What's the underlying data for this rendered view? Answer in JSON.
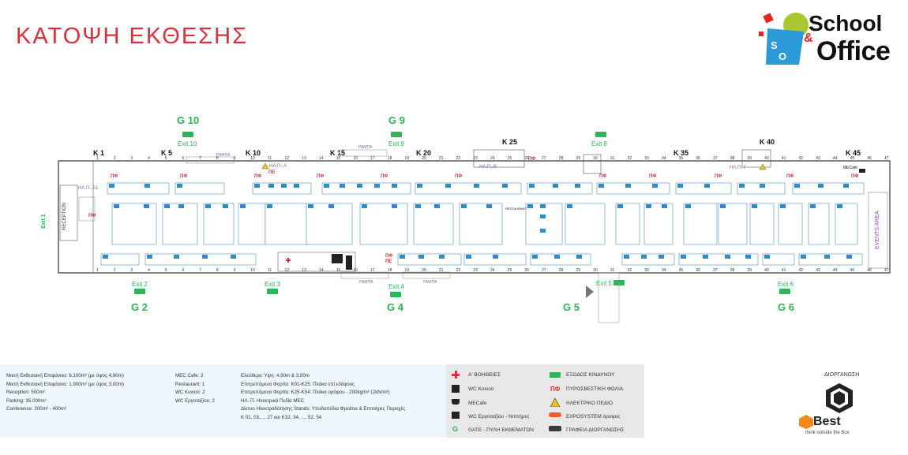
{
  "title": "ΚΑΤΟΨΗ ΕΚΘΕΣΗΣ",
  "logo": {
    "line1": "School",
    "line2": "Office",
    "badge": "S&O",
    "amp": "&"
  },
  "plan": {
    "gates_top": [
      {
        "gate": "G 10",
        "exit": "Exit 10"
      },
      {
        "gate": "G 9",
        "exit": "Exit 9"
      }
    ],
    "exit_top_right": "Exit 8",
    "gates_bottom": [
      {
        "gate": "G 2",
        "exit": "Exit 2"
      },
      {
        "gate": "G 4",
        "exit": "Exit 4"
      },
      {
        "gate": "G 5",
        "exit": "Exit 5"
      },
      {
        "gate": "G 6",
        "exit": "Exit 6"
      }
    ],
    "exit_3": "Exit 3",
    "exit_1": "Exit 1",
    "k_labels": [
      "K 1",
      "K 5",
      "K 10",
      "K 15",
      "K 20",
      "K 25",
      "K 35",
      "K 40",
      "K 45"
    ],
    "column_numbers": [
      "1",
      "2",
      "3",
      "4",
      "5",
      "6",
      "7",
      "8",
      "9",
      "10",
      "11",
      "12",
      "13",
      "14",
      "15",
      "16",
      "17",
      "18",
      "19",
      "20",
      "21",
      "22",
      "23",
      "24",
      "25",
      "26",
      "27",
      "28",
      "29",
      "30",
      "31",
      "32",
      "33",
      "34",
      "35",
      "36",
      "37",
      "38",
      "39",
      "40",
      "41",
      "42",
      "43",
      "44",
      "45",
      "46",
      "47"
    ],
    "rampa": "ΡΑΜΠΑ",
    "pf": "ΠΦ",
    "pe": "ΠΕ",
    "hlp_a": "ΗΛ.Π.-Α",
    "hlp_a1": "ΗΛ.Π.-Α1",
    "hlp_b": "ΗΛ.Π.-Β",
    "hlp_g": "ΗΛ.Π.-Γ",
    "reception": "RECEPTION",
    "events_area": "EVENTS AREA",
    "mecafe": "MECafe",
    "restaurant": "RESTAURANT"
  },
  "legend": {
    "col1": [
      "Μικτή Εκθεσιακή Επιφάνεια: 9.100m² (με ύψος 4,90m)",
      "Μικτή Εκθεσιακή Επιφάνεια: 1.900m² (με ύψος 3,00m)",
      "Reception: 500m²",
      "Parking: 35.000m²",
      "Conference: 200m² - 400m²"
    ],
    "col2": [
      "MEC Cafe: 2",
      "Restaurant: 1",
      "WC Κοινού: 2",
      "WC Εργοταξίου: 2"
    ],
    "col3": [
      "Ελεύθερα Ύψη: 4,90m & 3,00m",
      "Επιτρεπόμενα Φορτία: K01-K25: Πλάκα επί εδάφους",
      "Επιτρεπόμενα Φορτία: K25-K54: Πλάκα ορόφου - 200kg/m² (2kN/m²)",
      "ΗΛ. Π. Ηλεκτρικά Πεδία MEC",
      "Δίκτυο Ηλεκτροδότησης Stands: Υποδαπέδια Φρεάτια & Επιτοίχιες Παροχές",
      "K 01, 03,..., 27 και K32, 34, ..., 52, 54"
    ],
    "symbols_left": [
      "Α' ΒΟΗΘΕΙΕΣ",
      "WC Κοινού",
      "MECafe",
      "WC Εργοταξίου - Νιπτήρες",
      "GATE - ΠΥΛΗ ΕΚΘΕΜΑΤΩΝ"
    ],
    "symbols_right": [
      "ΕΞΟΔΟΣ ΚΙΝΔΥΝΟΥ",
      "ΠΥΡΟΣΒΕΣΤΙΚΗ ΦΩΛΙΑ",
      "ΗΛΕΚΤΡΙΚΟ ΠΕΔΙΟ",
      "EXPOSYSTEM όροφος",
      "ΓΡΑΦΕΙΑ ΔΙΟΡΓΑΝΩΣΗΣ"
    ],
    "pf_symbol": "ΠΦ",
    "g_symbol": "G"
  },
  "organizer": {
    "label": "ΔΙΟΡΓΑΝΩΣΗ",
    "name": "Best",
    "tagline": "think outside the Box"
  },
  "colors": {
    "brand_red": "#d8313b",
    "exit_green": "#2fb457",
    "stand_blue": "#4a90c6",
    "legend_bg": "#eef7fb"
  }
}
